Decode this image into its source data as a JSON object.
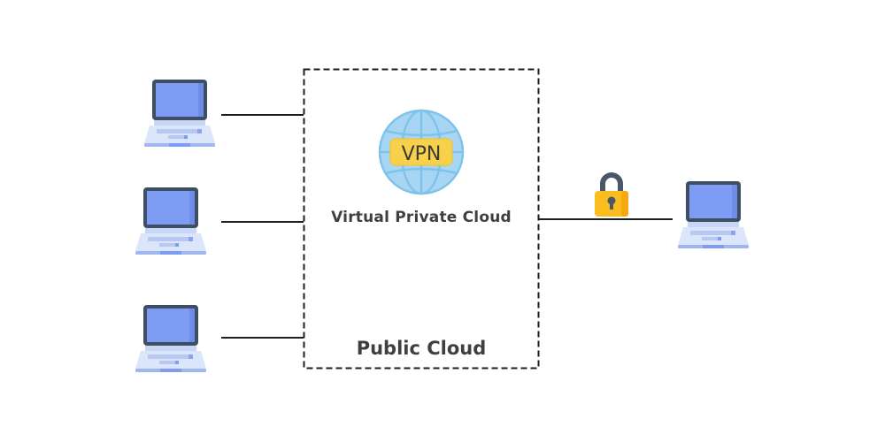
{
  "diagram": {
    "public_cloud": {
      "label": "Public Cloud"
    },
    "virtual_private_cloud": {
      "label": "Virtual Private Cloud",
      "badge": "VPN"
    },
    "clients": [
      {
        "name": "laptop-1"
      },
      {
        "name": "laptop-2"
      },
      {
        "name": "laptop-3"
      }
    ],
    "remote": {
      "name": "remote-laptop",
      "connection": "secured (lock)"
    },
    "colors": {
      "screen": "#7f9cf5",
      "bezel": "#3e4e63",
      "keyboard_base": "#dbe6fb",
      "globe": "#a8d6f2",
      "globe_lines": "#7ec3ec",
      "vpn_badge": "#f7d14a",
      "lock_body": "#fbbc1e",
      "lock_shackle": "#495766",
      "line": "#1e1e1e"
    }
  }
}
